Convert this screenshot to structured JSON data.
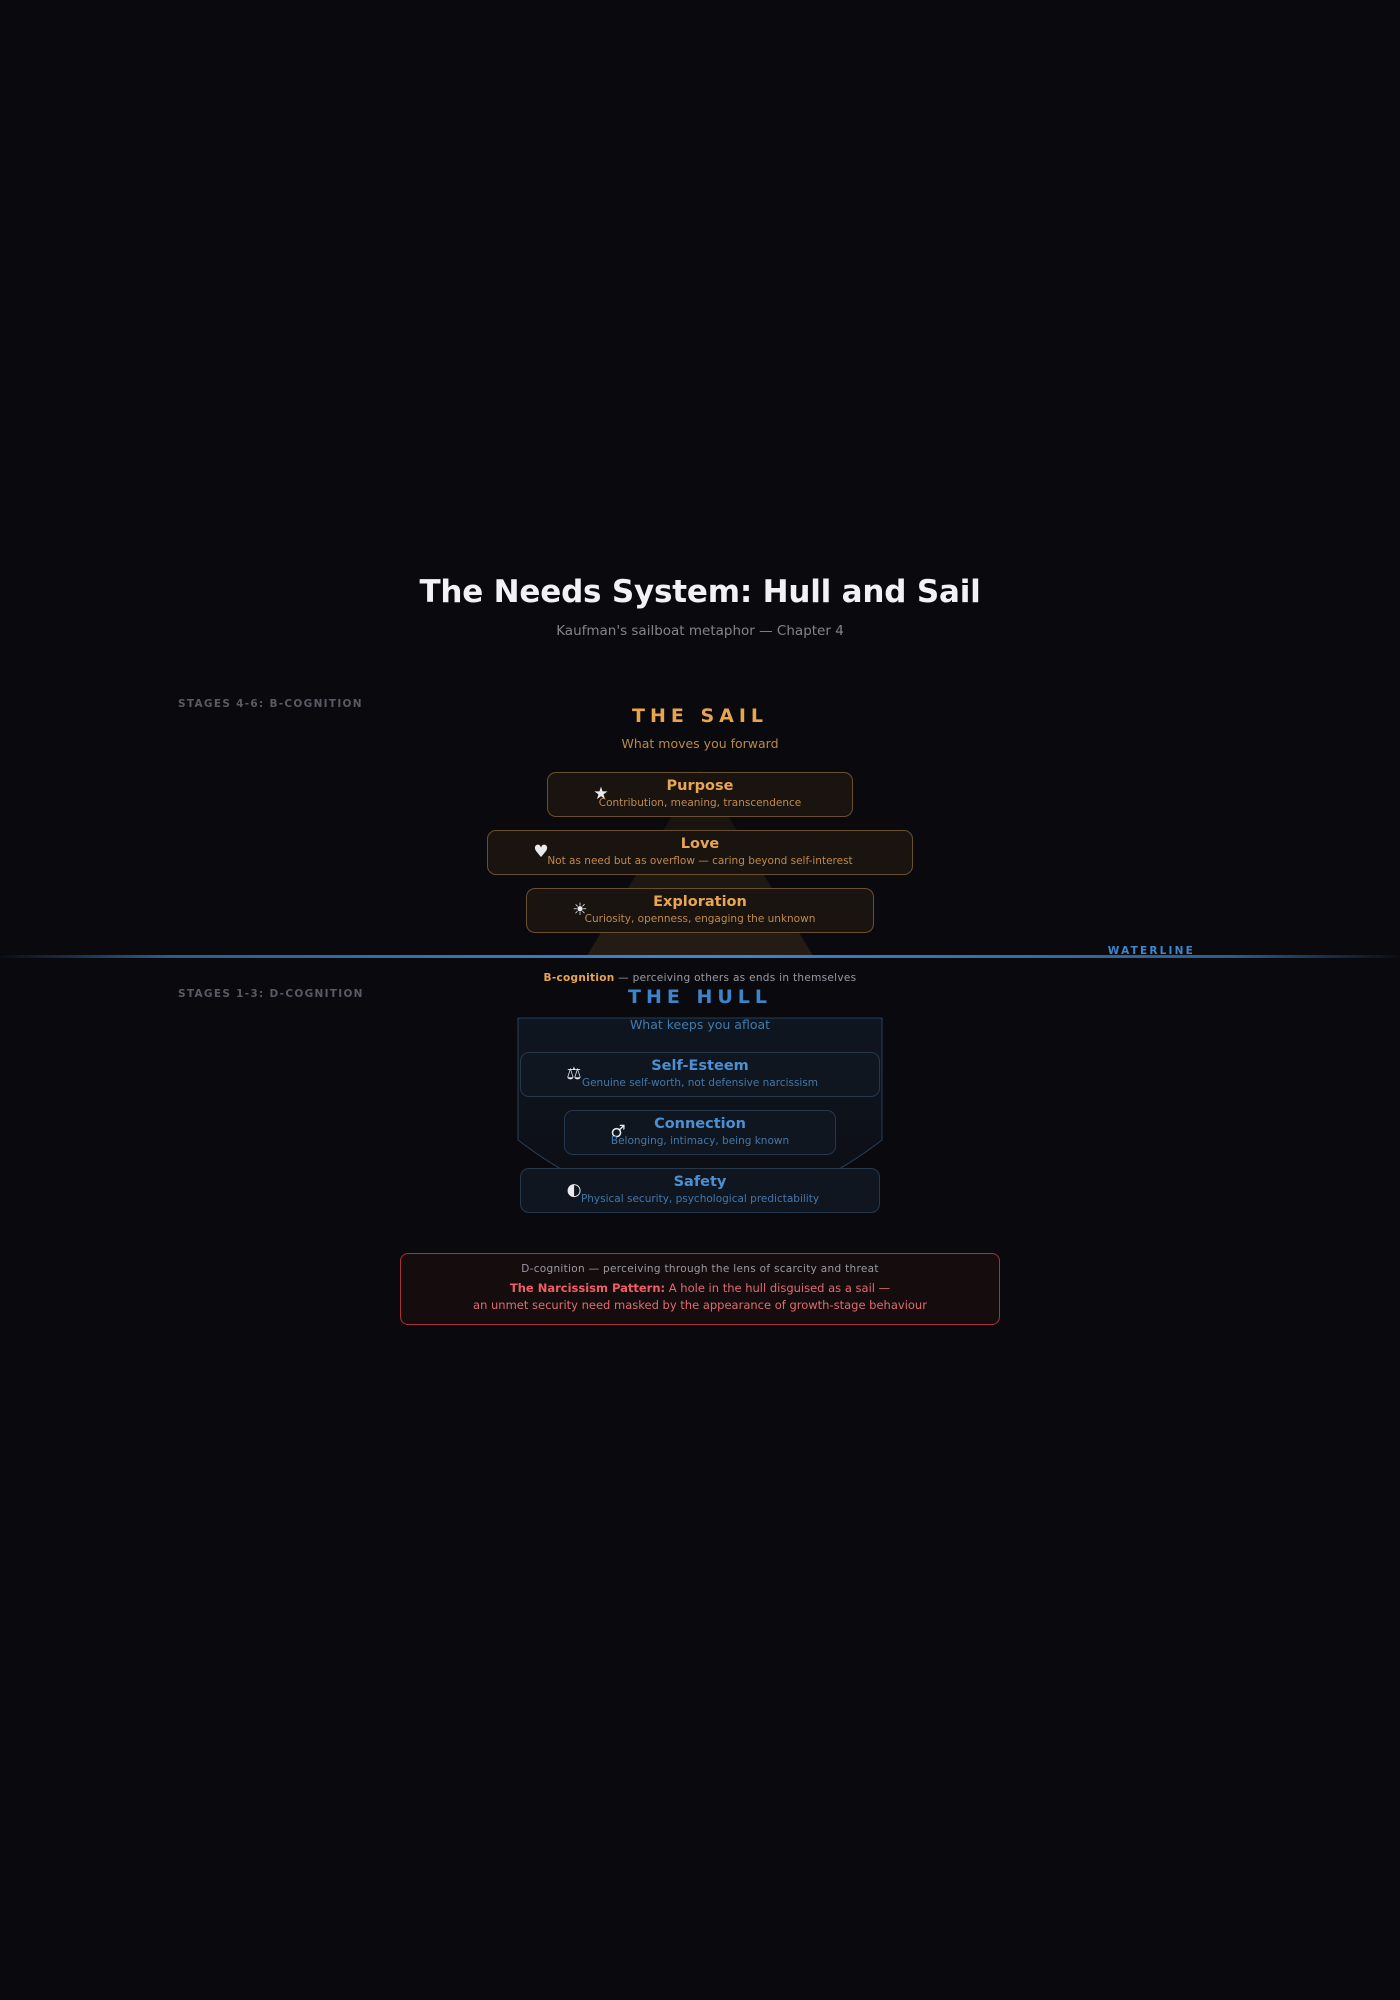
{
  "header": {
    "title": "The Needs System: Hull and Sail",
    "subtitle": "Kaufman's sailboat metaphor — Chapter 4"
  },
  "colors": {
    "background": "#0a0a0e",
    "sail_accent": "#e8a54e",
    "hull_accent": "#3d85c8",
    "waterline": "#3f87cd",
    "warning": "#a8303a",
    "warning_text": "#e06a72"
  },
  "sail": {
    "stage_marker": "STAGES 4-6: B-COGNITION",
    "title": "THE SAIL",
    "subtitle": "What moves you forward",
    "cards": [
      {
        "name": "Purpose",
        "desc": "Contribution, meaning, transcendence",
        "icon": "star-icon",
        "glyph": "★"
      },
      {
        "name": "Love",
        "desc": "Not as need but as overflow — caring beyond self-interest",
        "icon": "heart-icon",
        "glyph": "♥"
      },
      {
        "name": "Exploration",
        "desc": "Curiosity, openness, engaging the unknown",
        "icon": "sun-burst-icon",
        "glyph": "☀"
      }
    ]
  },
  "waterline": {
    "label": "WATERLINE"
  },
  "b_cognition": {
    "tag": "B-cognition",
    "text": " — perceiving others as ends in themselves"
  },
  "hull": {
    "stage_marker": "STAGES 1-3: D-COGNITION",
    "title": "THE HULL",
    "subtitle": "What keeps you afloat",
    "cards": [
      {
        "name": "Self-Esteem",
        "desc": "Genuine self-worth, not defensive narcissism",
        "icon": "scales-icon",
        "glyph": "⚖"
      },
      {
        "name": "Connection",
        "desc": "Belonging, intimacy, being known",
        "icon": "link-symbol-icon",
        "glyph": "♂"
      },
      {
        "name": "Safety",
        "desc": "Physical security, psychological predictability",
        "icon": "half-circle-icon",
        "glyph": "◐"
      }
    ]
  },
  "narcissism": {
    "d_cog_tag": "D-cognition",
    "d_cog_text": " — perceiving through the lens of scarcity and threat",
    "pattern_label": "The Narcissism Pattern:",
    "pattern_line1": " A hole in the hull disguised as a sail —",
    "pattern_line2": "an unmet security need masked by the appearance of growth-stage behaviour"
  }
}
